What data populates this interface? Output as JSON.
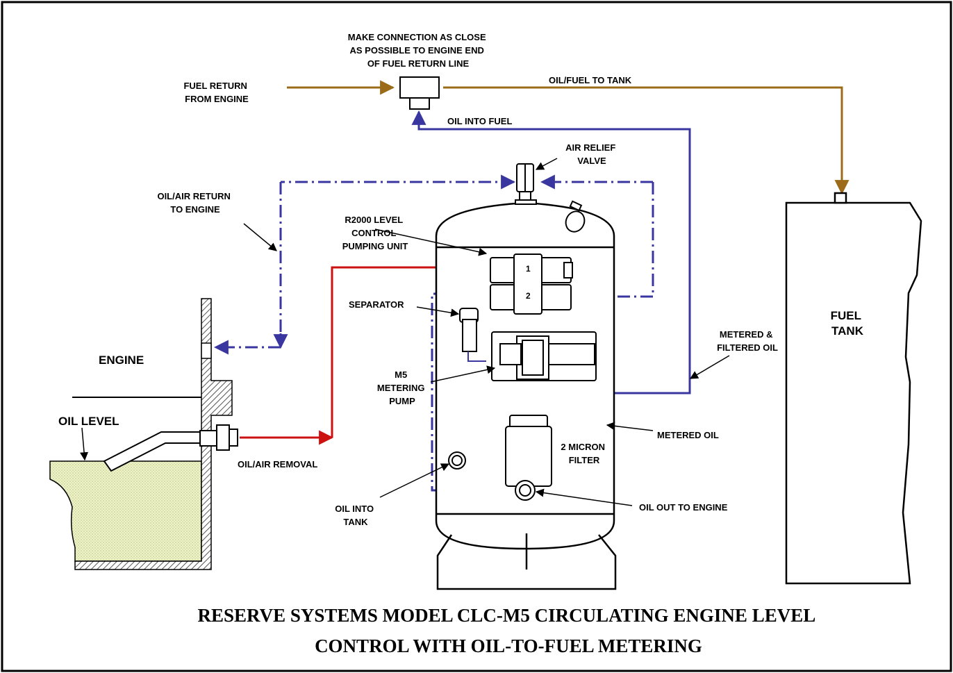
{
  "title": {
    "line1": "RESERVE SYSTEMS MODEL CLC-M5 CIRCULATING ENGINE  LEVEL",
    "line2": "CONTROL WITH OIL-TO-FUEL METERING"
  },
  "labels": {
    "make_connection": [
      "MAKE CONNECTION AS CLOSE",
      "AS POSSIBLE TO ENGINE END",
      "OF FUEL RETURN LINE"
    ],
    "fuel_return": [
      "FUEL RETURN",
      "FROM ENGINE"
    ],
    "oil_fuel_to_tank": "OIL/FUEL TO TANK",
    "oil_into_fuel": "OIL INTO FUEL",
    "air_relief_valve": [
      "AIR RELIEF",
      "VALVE"
    ],
    "oil_air_return": [
      "OIL/AIR  RETURN",
      "TO ENGINE"
    ],
    "r2000": [
      "R2000 LEVEL",
      "CONTROL",
      "PUMPING UNIT"
    ],
    "separator": "SEPARATOR",
    "engine": "ENGINE",
    "oil_level": "OIL LEVEL",
    "m5_metering_pump": [
      "M5",
      "METERING",
      "PUMP"
    ],
    "metered_filtered_oil": [
      "METERED &",
      "FILTERED OIL"
    ],
    "fuel_tank": [
      "FUEL",
      "TANK"
    ],
    "metered_oil": "METERED OIL",
    "micron_filter": [
      "2 MICRON",
      "FILTER"
    ],
    "oil_air_removal": "OIL/AIR REMOVAL",
    "oil_into_tank": [
      "OIL INTO",
      "TANK"
    ],
    "oil_out_to_engine": "OIL OUT TO ENGINE",
    "pump_1": "1",
    "pump_2": "2"
  },
  "colors": {
    "fuel_line": "#9b6b1a",
    "oil_line": "#3a36a0",
    "oil_air_line": "#cc1111",
    "oil_fill": "#eef2c8"
  }
}
